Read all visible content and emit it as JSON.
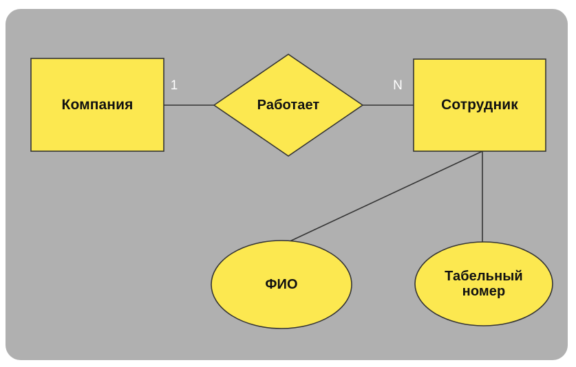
{
  "diagram": {
    "type": "entity-relationship-diagram",
    "background_color": "#b0b0b0",
    "page_color": "#ffffff",
    "shape_fill": "#fce850",
    "shape_stroke": "#333333",
    "cardinality_text_color": "#ffffff",
    "entities": [
      {
        "id": "company",
        "label": "Компания",
        "shape": "rectangle"
      },
      {
        "id": "employee",
        "label": "Сотрудник",
        "shape": "rectangle"
      }
    ],
    "relationships": [
      {
        "id": "works",
        "label": "Работает",
        "shape": "diamond"
      }
    ],
    "attributes": [
      {
        "id": "fio",
        "label": "ФИО",
        "shape": "ellipse"
      },
      {
        "id": "tabnum",
        "label_line1": "Табельный",
        "label_line2": "номер",
        "shape": "ellipse"
      }
    ],
    "cardinalities": [
      {
        "id": "left",
        "label": "1"
      },
      {
        "id": "right",
        "label": "N"
      }
    ]
  }
}
